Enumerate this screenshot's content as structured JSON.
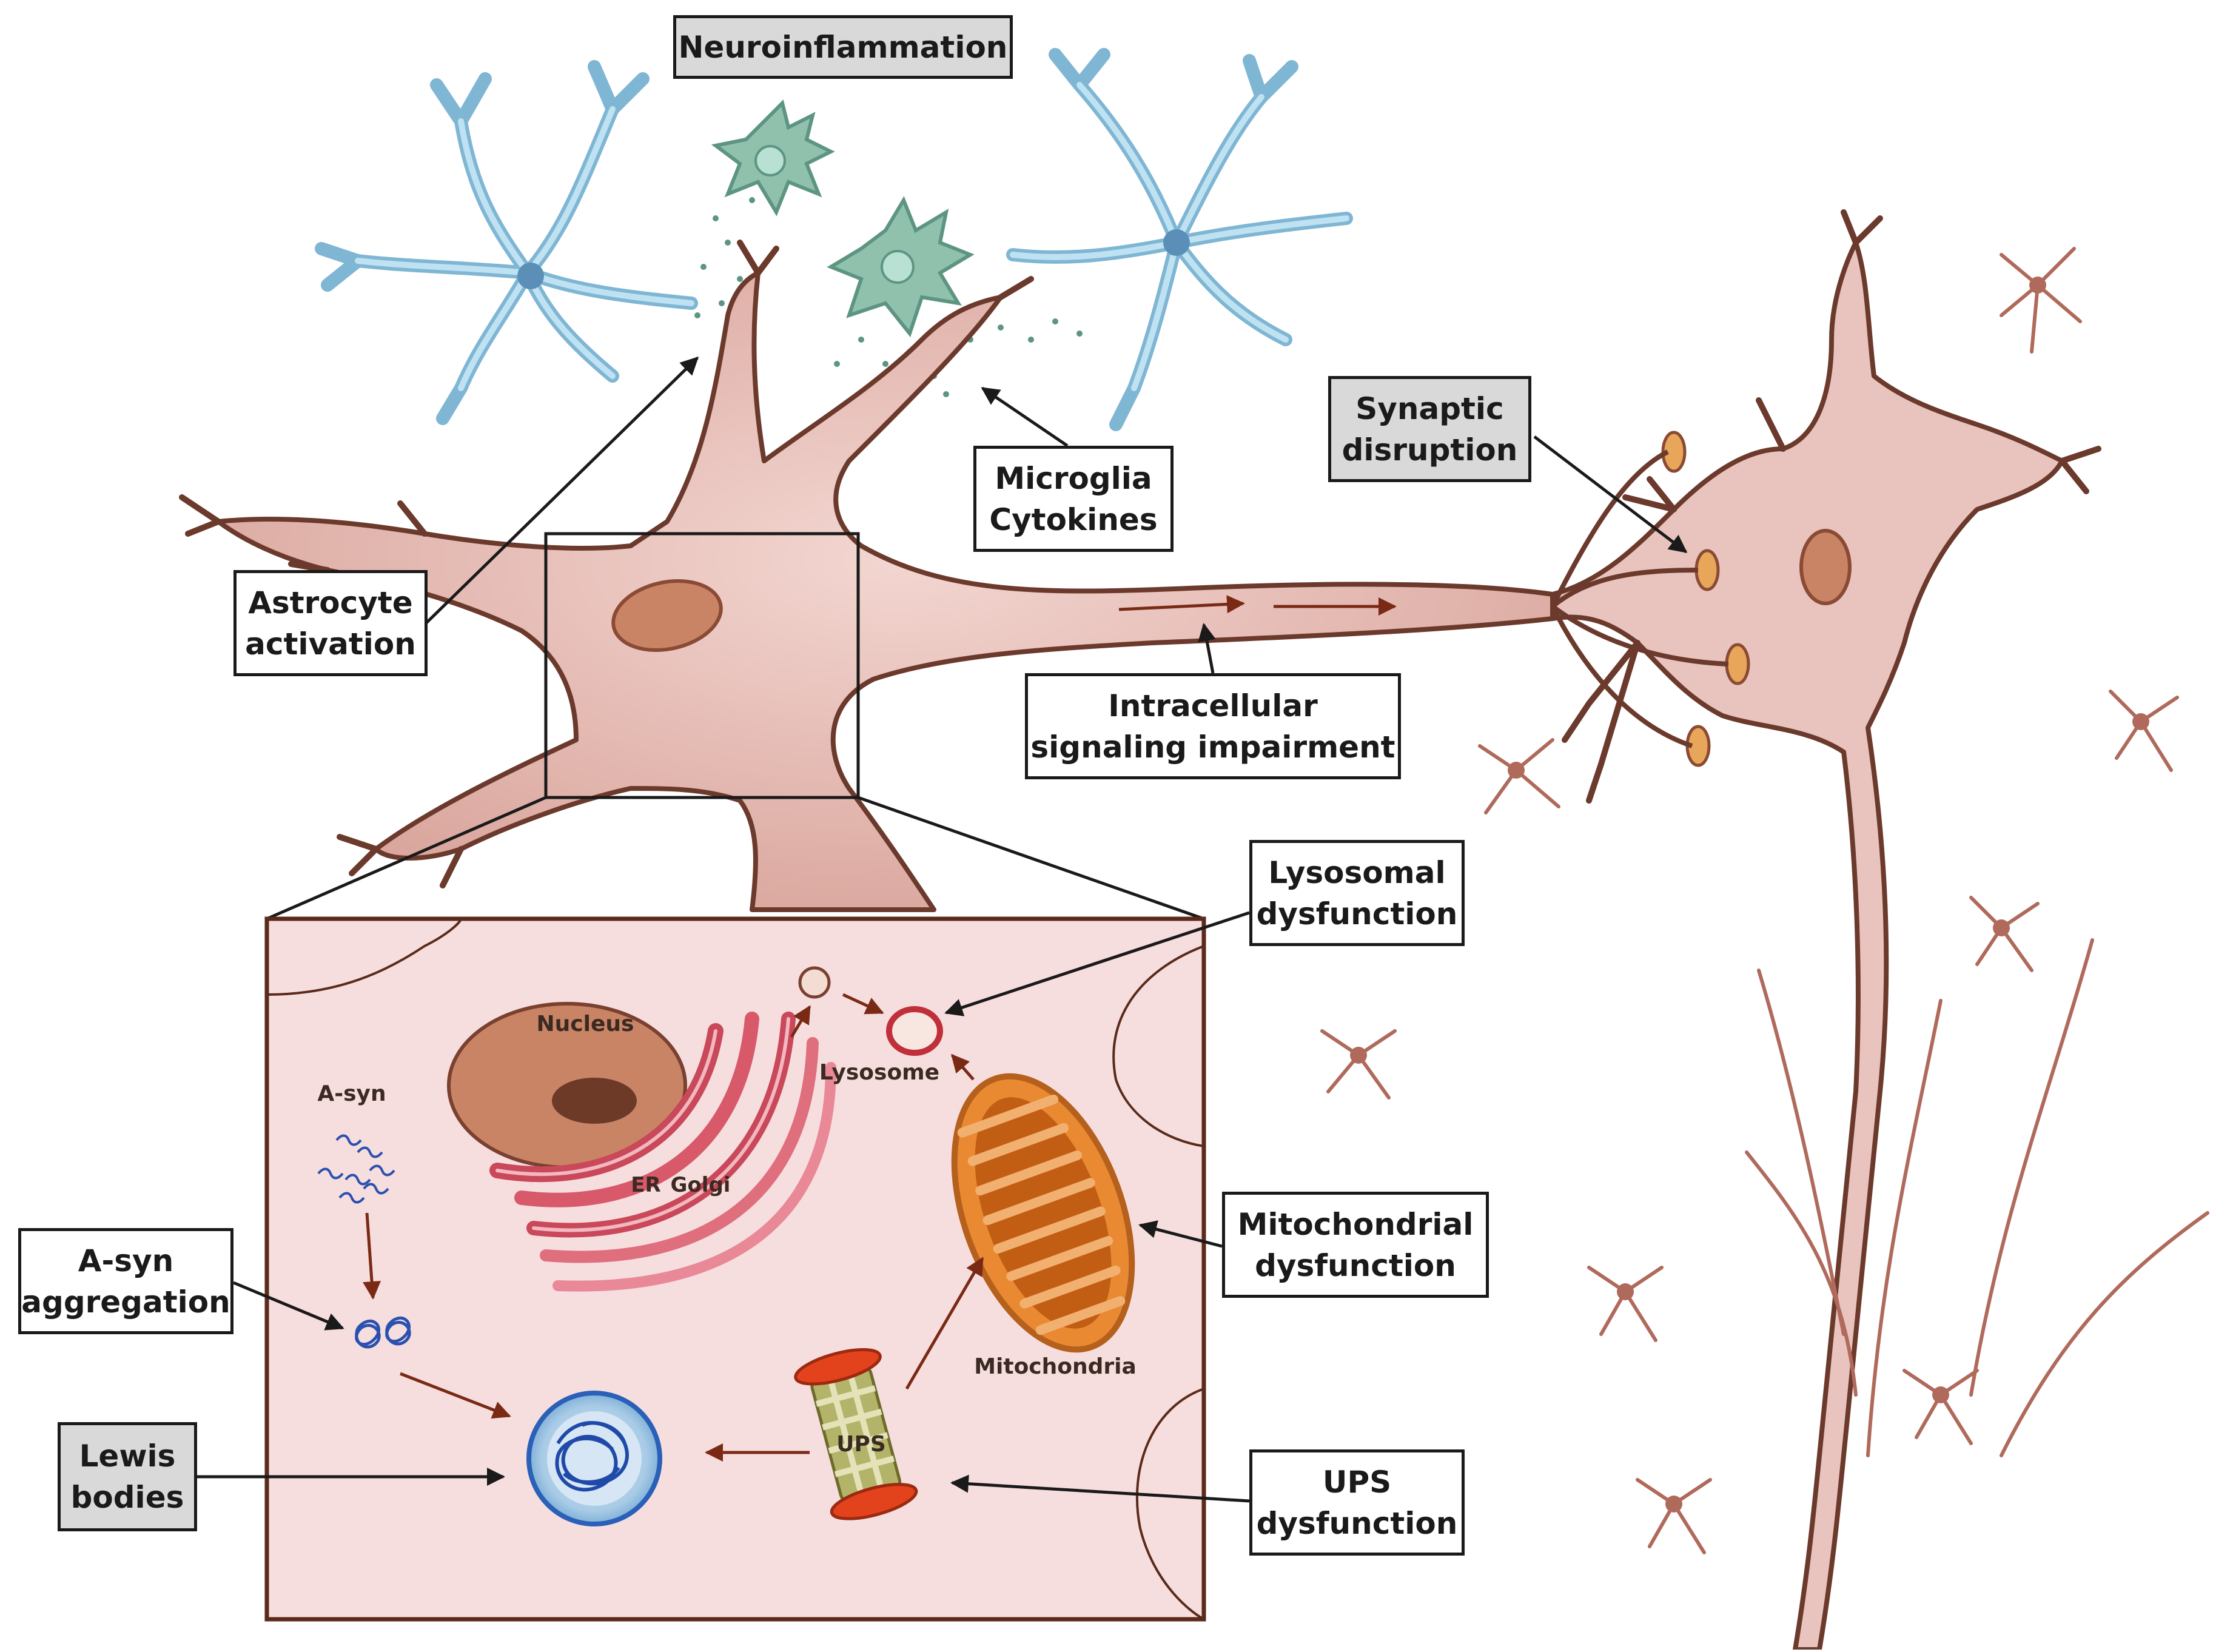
{
  "callouts": {
    "neuroinflammation": {
      "lines": [
        "Neuroinflammation"
      ]
    },
    "astrocyte_activation": {
      "lines": [
        "Astrocyte",
        "activation"
      ]
    },
    "microglia_cytokines": {
      "lines": [
        "Microglia",
        "Cytokines"
      ]
    },
    "synaptic_disruption": {
      "lines": [
        "Synaptic",
        "disruption"
      ]
    },
    "intracellular_signaling": {
      "lines": [
        "Intracellular",
        "signaling impairment"
      ]
    },
    "lysosomal_dysfunction": {
      "lines": [
        "Lysosomal",
        "dysfunction"
      ]
    },
    "mitochondrial_dysfunction": {
      "lines": [
        "Mitochondrial",
        "dysfunction"
      ]
    },
    "asyn_aggregation": {
      "lines": [
        "A-syn",
        "aggregation"
      ]
    },
    "lewis_bodies": {
      "lines": [
        "Lewis",
        "bodies"
      ]
    },
    "ups_dysfunction": {
      "lines": [
        "UPS",
        "dysfunction"
      ]
    }
  },
  "organelles": {
    "nucleus": "Nucleus",
    "er": "ER",
    "golgi": "Golgi",
    "lysosome": "Lysosome",
    "mitochondria": "Mitochondria",
    "asyn": "A-syn",
    "ups": "UPS"
  },
  "colors": {
    "neuron_fill": "#e9c4be",
    "neuron_stroke": "#6b3a2c",
    "astrocyte": "#a9d4e8",
    "microglia": "#8fc1ad",
    "inset_bg": "#f7dede",
    "callout_grey": "#d9d9d9",
    "arrow_dark": "#1a1a1a",
    "arrow_brown": "#7a2a14"
  }
}
